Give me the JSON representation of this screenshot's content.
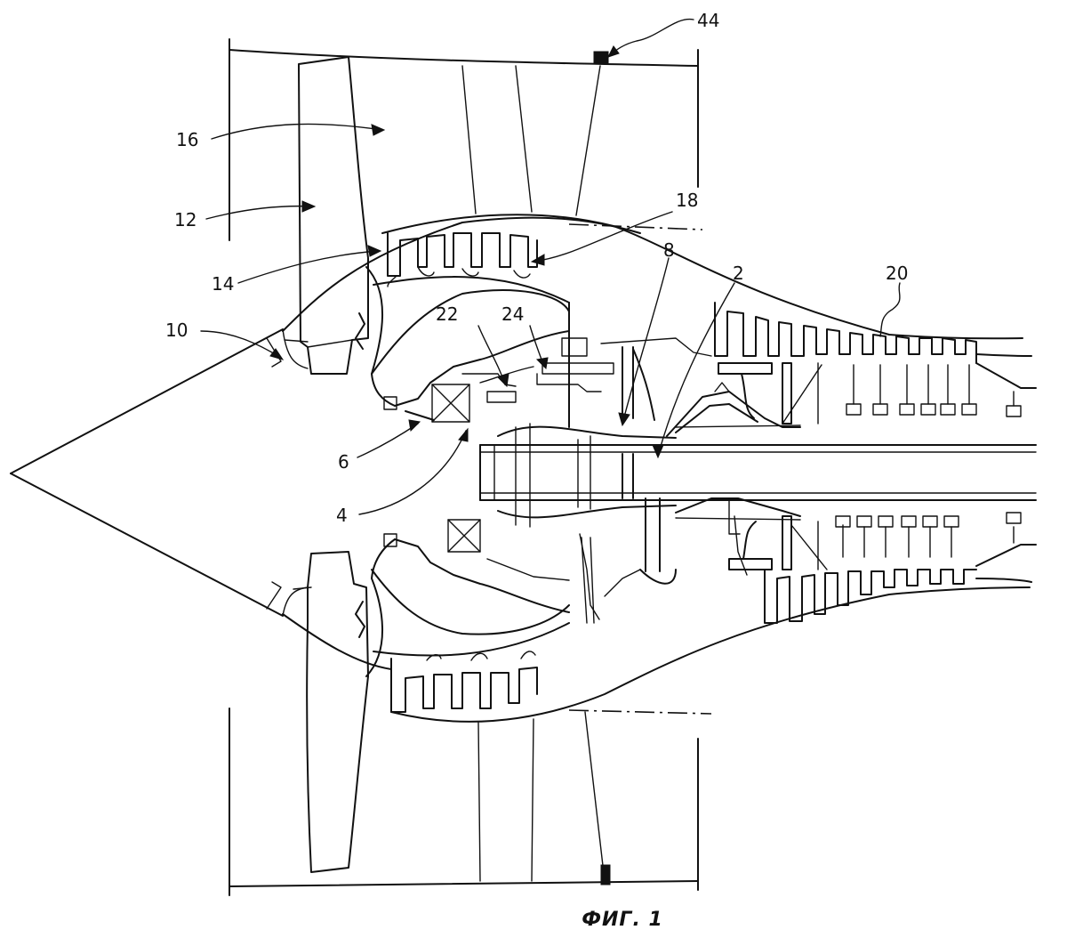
{
  "figure": {
    "caption": "ФИГ. 1",
    "reference_numerals": {
      "n44": "44",
      "n16": "16",
      "n18": "18",
      "n12": "12",
      "n8": "8",
      "n2": "2",
      "n20": "20",
      "n14": "14",
      "n22": "22",
      "n24": "24",
      "n10": "10",
      "n6": "6",
      "n4": "4"
    }
  }
}
